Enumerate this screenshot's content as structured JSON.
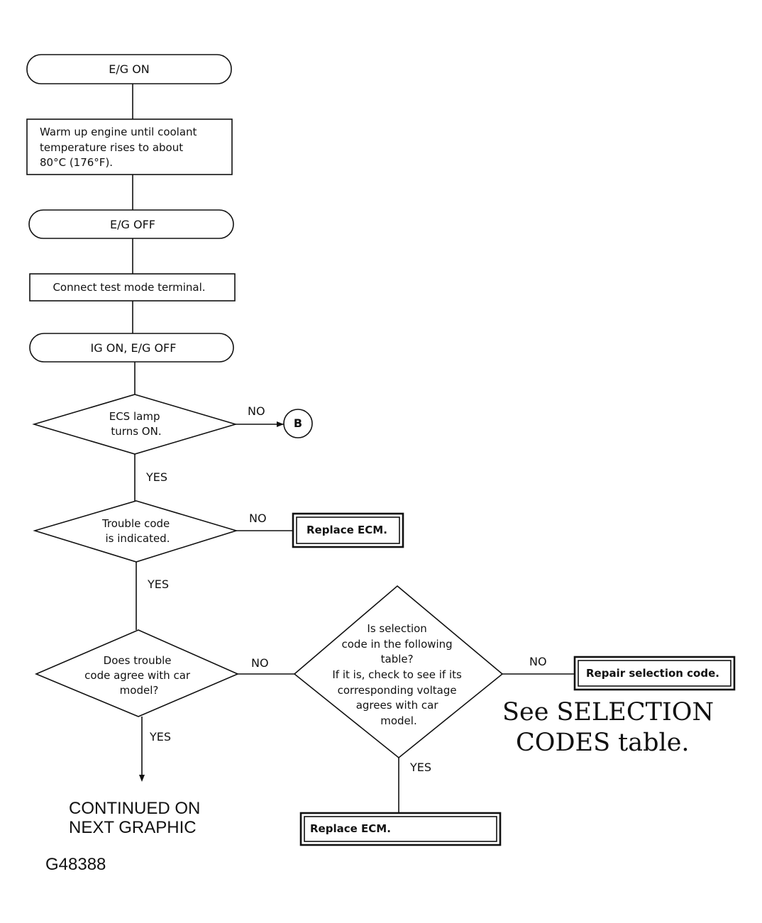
{
  "nodes": {
    "eg_on": "E/G ON",
    "warm_up": [
      "Warm up engine until coolant",
      "temperature rises to about",
      "80°C (176°F)."
    ],
    "eg_off": "E/G OFF",
    "connect": "Connect test mode terminal.",
    "ig_on": "IG ON, E/G OFF",
    "ecs_lamp": [
      "ECS lamp",
      "turns ON."
    ],
    "connector_b": "B",
    "trouble_code": [
      "Trouble code",
      "is indicated."
    ],
    "replace_ecm_1": "Replace ECM.",
    "agree": [
      "Does trouble",
      "code agree with car",
      "model?"
    ],
    "selection": [
      "Is selection",
      "code in the following",
      "table?",
      "If it is, check to see if its",
      "corresponding voltage",
      "agrees with car",
      "model."
    ],
    "repair_selection": "Repair selection code.",
    "replace_ecm_2": "Replace ECM."
  },
  "labels": {
    "no": "NO",
    "yes": "YES"
  },
  "note": [
    "See SELECTION",
    "CODES table."
  ],
  "continued": [
    "CONTINUED ON",
    "NEXT GRAPHIC"
  ],
  "figure_id": "G48388"
}
